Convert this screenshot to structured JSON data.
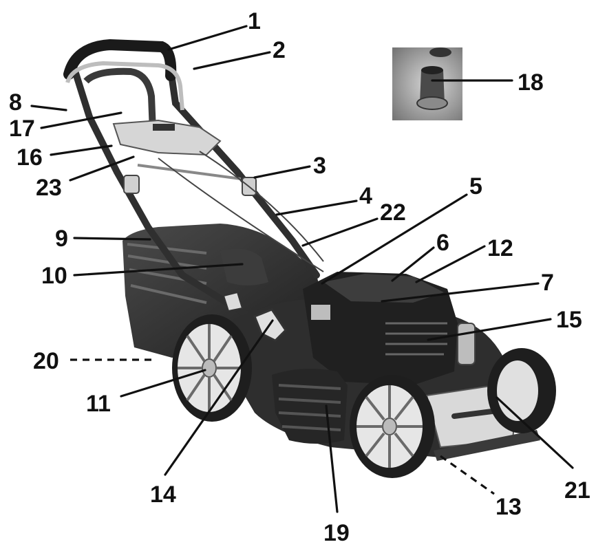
{
  "callouts": [
    {
      "id": "1",
      "label": "1"
    },
    {
      "id": "2",
      "label": "2"
    },
    {
      "id": "3",
      "label": "3"
    },
    {
      "id": "4",
      "label": "4"
    },
    {
      "id": "5",
      "label": "5"
    },
    {
      "id": "6",
      "label": "6"
    },
    {
      "id": "7",
      "label": "7"
    },
    {
      "id": "8",
      "label": "8"
    },
    {
      "id": "9",
      "label": "9"
    },
    {
      "id": "10",
      "label": "10"
    },
    {
      "id": "11",
      "label": "11"
    },
    {
      "id": "12",
      "label": "12"
    },
    {
      "id": "13",
      "label": "13"
    },
    {
      "id": "14",
      "label": "14"
    },
    {
      "id": "15",
      "label": "15"
    },
    {
      "id": "16",
      "label": "16"
    },
    {
      "id": "17",
      "label": "17"
    },
    {
      "id": "18",
      "label": "18"
    },
    {
      "id": "19",
      "label": "19"
    },
    {
      "id": "20",
      "label": "20"
    },
    {
      "id": "21",
      "label": "21"
    },
    {
      "id": "22",
      "label": "22"
    },
    {
      "id": "23",
      "label": "23"
    }
  ],
  "colors": {
    "ink": "#111111",
    "body_dark": "#2a2a2a",
    "body_mid": "#5a5a5a",
    "light_parts": "#d9d9d9",
    "inset_bg": "#9a9a9a"
  }
}
